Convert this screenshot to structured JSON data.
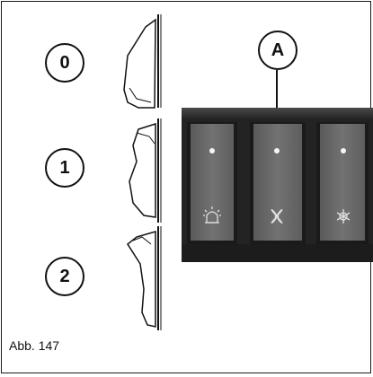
{
  "callouts": {
    "pos0": "0",
    "pos1": "1",
    "pos2": "2",
    "a": "A"
  },
  "caption": "Abb. 147",
  "colors": {
    "panel_bg": "#2b2b2b",
    "button_face": "#6e6e6e",
    "indicator_light": "#f5f5f5",
    "symbol": "#d8d8d8"
  },
  "panel_buttons": [
    {
      "name": "beacon-light",
      "icon": "rotating-beacon-icon"
    },
    {
      "name": "ventilation-fan",
      "icon": "fan-icon"
    },
    {
      "name": "air-conditioning",
      "icon": "snowflake-icon"
    }
  ]
}
